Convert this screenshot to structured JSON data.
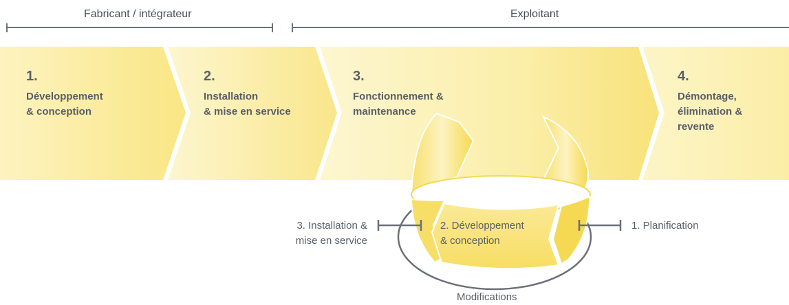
{
  "headers": {
    "manufacturer": "Fabricant / intégrateur",
    "operator": "Exploitant"
  },
  "phases": [
    {
      "number": "1.",
      "label": "Développement\n& conception"
    },
    {
      "number": "2.",
      "label": "Installation\n& mise en service"
    },
    {
      "number": "3.",
      "label": "Fonctionnement &\nmaintenance"
    },
    {
      "number": "4.",
      "label": "Démontage,\nélimination &\nrevente"
    }
  ],
  "cycle": {
    "left_label": "3. Installation &\nmise en service",
    "center_label": "2. Développement\n& conception",
    "right_label": "1. Planification",
    "bottom_label": "Modifications"
  },
  "colors": {
    "band_light": "#fdf6c8",
    "band_mid": "#f8e680",
    "band_strong": "#f5dc5a",
    "line": "#6b6f78"
  }
}
